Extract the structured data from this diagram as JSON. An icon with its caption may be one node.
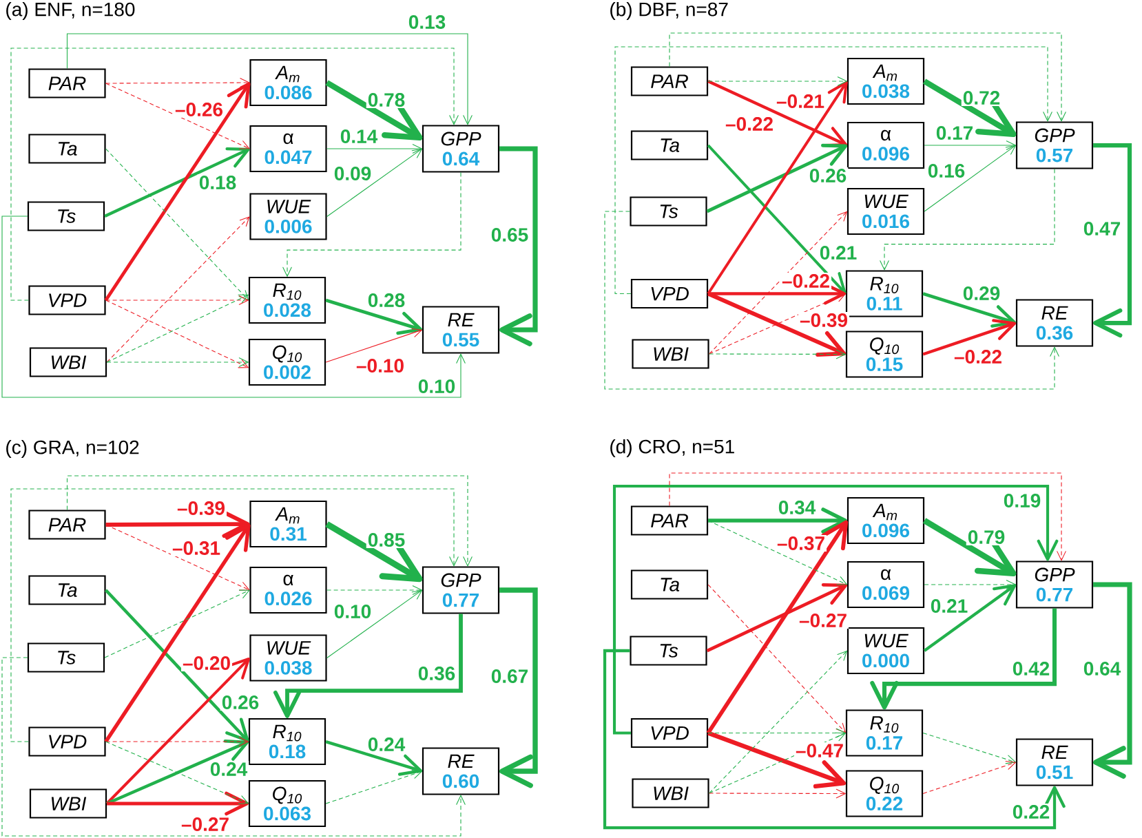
{
  "diagram": {
    "nodes": [
      {
        "text": [
          "PAR"
        ]
      },
      {
        "text": [
          "Ta"
        ]
      },
      {
        "text": [
          "Ts"
        ]
      },
      {
        "text": [
          "VPD"
        ]
      },
      {
        "text": [
          "WBI"
        ]
      },
      {
        "text": [
          "A$_{m}$",
          "0.086"
        ]
      },
      {
        "text": [
          "α",
          "0.047"
        ]
      },
      {
        "text": [
          "WUE",
          "0.006"
        ]
      },
      {
        "text": [
          "R$_{10}$",
          "0.028"
        ]
      },
      {
        "text": [
          "Q$_{10}$",
          "0.002"
        ]
      },
      {
        "text": [
          "GPP",
          "0.64"
        ]
      },
      {
        "text": [
          "RE",
          "0.55"
        ]
      },
      {
        "text": [
          "PAR"
        ]
      },
      {
        "text": [
          "Ta"
        ]
      },
      {
        "text": [
          "Ts"
        ]
      },
      {
        "text": [
          "VPD"
        ]
      },
      {
        "text": [
          "WBI"
        ]
      },
      {
        "text": [
          "A$_{m}$",
          "0.038"
        ]
      },
      {
        "text": [
          "α",
          "0.096"
        ]
      },
      {
        "text": [
          "WUE",
          "0.016"
        ]
      },
      {
        "text": [
          "R$_{10}$",
          "0.11"
        ]
      },
      {
        "text": [
          "Q$_{10}$",
          "0.15"
        ]
      },
      {
        "text": [
          "GPP",
          "0.57"
        ]
      },
      {
        "text": [
          "RE",
          "0.36"
        ]
      },
      {
        "text": [
          "PAR"
        ]
      },
      {
        "text": [
          "Ta"
        ]
      },
      {
        "text": [
          "Ts"
        ]
      },
      {
        "text": [
          "VPD"
        ]
      },
      {
        "text": [
          "WBI"
        ]
      },
      {
        "text": [
          "A$_{m}$",
          "0.31"
        ]
      },
      {
        "text": [
          "α",
          "0.026"
        ]
      },
      {
        "text": [
          "WUE",
          "0.038"
        ]
      },
      {
        "text": [
          "R$_{10}$",
          "0.18"
        ]
      },
      {
        "text": [
          "Q$_{10}$",
          "0.063"
        ]
      },
      {
        "text": [
          "GPP",
          "0.77"
        ]
      },
      {
        "text": [
          "RE",
          "0.60"
        ]
      },
      {
        "text": [
          "PAR"
        ]
      },
      {
        "text": [
          "Ta"
        ]
      },
      {
        "text": [
          "Ts"
        ]
      },
      {
        "text": [
          "VPD"
        ]
      },
      {
        "text": [
          "WBI"
        ]
      },
      {
        "text": [
          "A$_{m}$",
          "0.096"
        ]
      },
      {
        "text": [
          "α",
          "0.069"
        ]
      },
      {
        "text": [
          "WUE",
          "0.000"
        ]
      },
      {
        "text": [
          "R$_{10}$",
          "0.17"
        ]
      },
      {
        "text": [
          "Q$_{10}$",
          "0.22"
        ]
      },
      {
        "text": [
          "GPP",
          "0.77"
        ]
      },
      {
        "text": [
          "RE",
          "0.51"
        ]
      }
    ],
    "edges": [
      {
        "from": 0,
        "to": 5,
        "arrow": "to",
        "style": "dashed",
        "color": "#ed1c24"
      },
      {
        "from": 0,
        "to": 6,
        "arrow": "to",
        "style": "dashed",
        "color": "#ed1c24"
      },
      {
        "from": 1,
        "to": 8,
        "arrow": "to",
        "style": "dashed"
      },
      {
        "from": 2,
        "to": 6,
        "arrow": "to",
        "label": "0.18",
        "style": "thick"
      },
      {
        "from": 3,
        "to": 5,
        "arrow": "to",
        "label": "–0.26",
        "style": "thick",
        "color": "#ed1c24"
      },
      {
        "from": 3,
        "to": 8,
        "arrow": "to",
        "style": "dashed",
        "color": "#ed1c24"
      },
      {
        "from": 3,
        "to": 9,
        "arrow": "to",
        "style": "dashed",
        "color": "#ed1c24"
      },
      {
        "from": 4,
        "to": 7,
        "arrow": "to",
        "style": "dashed",
        "color": "#ed1c24"
      },
      {
        "from": 4,
        "to": 8,
        "arrow": "to",
        "style": "dashed"
      },
      {
        "from": 4,
        "to": 9,
        "arrow": "to",
        "style": "dashed"
      },
      {
        "from": 5,
        "to": 10,
        "arrow": "to",
        "label": "0.78",
        "style": "thick"
      },
      {
        "from": 6,
        "to": 10,
        "arrow": "to",
        "label": "0.14"
      },
      {
        "from": 7,
        "to": 10,
        "arrow": "to",
        "label": "0.09"
      },
      {
        "from": 10,
        "to": 8,
        "arrow": "to",
        "style": "dashed"
      },
      {
        "from": 10,
        "to": 11,
        "arrow": "to",
        "label": "0.65",
        "style": "thick"
      },
      {
        "from": 8,
        "to": 11,
        "arrow": "to",
        "label": "0.28",
        "style": "thick"
      },
      {
        "from": 9,
        "to": 11,
        "arrow": "to",
        "label": "–0.10",
        "color": "#ed1c24"
      },
      {
        "from": 0,
        "to": 10,
        "arrow": "to",
        "label": "0.13"
      },
      {
        "from": 3,
        "to": 10,
        "arrow": "to",
        "style": "dashed"
      },
      {
        "from": 2,
        "to": 11,
        "arrow": "to",
        "label": "0.10"
      },
      {
        "from": 12,
        "to": 17,
        "arrow": "to",
        "style": "dashed"
      },
      {
        "from": 12,
        "to": 18,
        "arrow": "to",
        "label": "–0.22",
        "style": "thick",
        "color": "#ed1c24"
      },
      {
        "from": 13,
        "to": 20,
        "arrow": "to",
        "label": "0.21",
        "style": "thick"
      },
      {
        "from": 14,
        "to": 18,
        "arrow": "to",
        "label": "0.26",
        "style": "thick"
      },
      {
        "from": 15,
        "to": 17,
        "arrow": "to",
        "label": "–0.21",
        "style": "thick",
        "color": "#ed1c24"
      },
      {
        "from": 15,
        "to": 20,
        "arrow": "to",
        "label": "–0.22",
        "style": "thick",
        "color": "#ed1c24"
      },
      {
        "from": 15,
        "to": 21,
        "arrow": "to",
        "label": "–0.39",
        "style": "thick",
        "color": "#ed1c24"
      },
      {
        "from": 16,
        "to": 19,
        "arrow": "to",
        "style": "dashed",
        "color": "#ed1c24"
      },
      {
        "from": 16,
        "to": 20,
        "arrow": "to",
        "style": "dashed",
        "color": "#ed1c24"
      },
      {
        "from": 16,
        "to": 21,
        "arrow": "to",
        "style": "dashed"
      },
      {
        "from": 17,
        "to": 22,
        "arrow": "to",
        "label": "0.72",
        "style": "thick"
      },
      {
        "from": 18,
        "to": 22,
        "arrow": "to",
        "label": "0.17"
      },
      {
        "from": 19,
        "to": 22,
        "arrow": "to",
        "label": "0.16"
      },
      {
        "from": 22,
        "to": 20,
        "arrow": "to",
        "style": "dashed"
      },
      {
        "from": 22,
        "to": 23,
        "arrow": "to",
        "label": "0.47",
        "style": "thick"
      },
      {
        "from": 20,
        "to": 23,
        "arrow": "to",
        "label": "0.29",
        "style": "thick"
      },
      {
        "from": 21,
        "to": 23,
        "arrow": "to",
        "label": "–0.22",
        "style": "thick",
        "color": "#ed1c24"
      },
      {
        "from": 12,
        "to": 22,
        "arrow": "to",
        "style": "dashed"
      },
      {
        "from": 15,
        "to": 22,
        "arrow": "to",
        "style": "dashed"
      },
      {
        "from": 14,
        "to": 23,
        "arrow": "to",
        "style": "dashed"
      },
      {
        "from": 24,
        "to": 29,
        "arrow": "to",
        "label": "–0.39",
        "style": "thick",
        "color": "#ed1c24"
      },
      {
        "from": 24,
        "to": 30,
        "arrow": "to",
        "style": "dashed",
        "color": "#ed1c24"
      },
      {
        "from": 25,
        "to": 32,
        "arrow": "to",
        "label": "0.26",
        "style": "thick"
      },
      {
        "from": 26,
        "to": 30,
        "arrow": "to",
        "style": "dashed"
      },
      {
        "from": 27,
        "to": 29,
        "arrow": "to",
        "label": "–0.31",
        "style": "thick",
        "color": "#ed1c24"
      },
      {
        "from": 27,
        "to": 32,
        "arrow": "to",
        "style": "dashed",
        "color": "#ed1c24"
      },
      {
        "from": 27,
        "to": 33,
        "arrow": "to",
        "style": "dashed"
      },
      {
        "from": 28,
        "to": 31,
        "arrow": "to",
        "label": "–0.20",
        "style": "thick",
        "color": "#ed1c24"
      },
      {
        "from": 28,
        "to": 32,
        "arrow": "to",
        "label": "0.24",
        "style": "thick"
      },
      {
        "from": 28,
        "to": 33,
        "arrow": "to",
        "label": "–0.27",
        "style": "thick",
        "color": "#ed1c24"
      },
      {
        "from": 29,
        "to": 34,
        "arrow": "to",
        "label": "0.85",
        "style": "thick"
      },
      {
        "from": 30,
        "to": 34,
        "arrow": "to",
        "style": "dashed"
      },
      {
        "from": 31,
        "to": 34,
        "arrow": "to",
        "label": "0.10"
      },
      {
        "from": 34,
        "to": 32,
        "arrow": "to",
        "label": "0.36",
        "style": "thick"
      },
      {
        "from": 34,
        "to": 35,
        "arrow": "to",
        "label": "0.67",
        "style": "thick"
      },
      {
        "from": 32,
        "to": 35,
        "arrow": "to",
        "label": "0.24",
        "style": "thick"
      },
      {
        "from": 33,
        "to": 35,
        "arrow": "to",
        "style": "dashed"
      },
      {
        "from": 24,
        "to": 34,
        "arrow": "to",
        "style": "dashed"
      },
      {
        "from": 27,
        "to": 34,
        "arrow": "to",
        "style": "dashed"
      },
      {
        "from": 26,
        "to": 35,
        "arrow": "to",
        "style": "dashed"
      },
      {
        "from": 36,
        "to": 41,
        "arrow": "to",
        "label": "0.34",
        "style": "thick"
      },
      {
        "from": 36,
        "to": 42,
        "arrow": "to",
        "style": "dashed"
      },
      {
        "from": 37,
        "to": 44,
        "arrow": "to",
        "style": "dashed",
        "color": "#ed1c24"
      },
      {
        "from": 38,
        "to": 42,
        "arrow": "to",
        "label": "–0.27",
        "style": "thick",
        "color": "#ed1c24"
      },
      {
        "from": 39,
        "to": 41,
        "arrow": "to",
        "label": "–0.37",
        "style": "thick",
        "color": "#ed1c24"
      },
      {
        "from": 39,
        "to": 44,
        "arrow": "to",
        "style": "dashed"
      },
      {
        "from": 39,
        "to": 45,
        "arrow": "to",
        "label": "–0.47",
        "style": "thick",
        "color": "#ed1c24"
      },
      {
        "from": 40,
        "to": 43,
        "arrow": "to",
        "style": "dashed"
      },
      {
        "from": 40,
        "to": 44,
        "arrow": "to",
        "style": "dashed"
      },
      {
        "from": 40,
        "to": 45,
        "arrow": "to",
        "style": "dashed",
        "color": "#ed1c24"
      },
      {
        "from": 41,
        "to": 46,
        "arrow": "to",
        "label": "0.79",
        "style": "thick"
      },
      {
        "from": 42,
        "to": 46,
        "arrow": "to",
        "style": "dashed"
      },
      {
        "from": 43,
        "to": 46,
        "arrow": "to",
        "label": "0.21",
        "style": "thick"
      },
      {
        "from": 46,
        "to": 44,
        "arrow": "to",
        "label": "0.42",
        "style": "thick"
      },
      {
        "from": 46,
        "to": 47,
        "arrow": "to",
        "label": "0.64",
        "style": "thick"
      },
      {
        "from": 44,
        "to": 47,
        "arrow": "to",
        "style": "dashed"
      },
      {
        "from": 45,
        "to": 47,
        "arrow": "to",
        "style": "dashed",
        "color": "#ed1c24"
      },
      {
        "from": 36,
        "to": 46,
        "arrow": "to",
        "style": "dashed",
        "color": "#ed1c24"
      },
      {
        "from": 39,
        "to": 46,
        "arrow": "to",
        "label": "0.19",
        "style": "thick"
      },
      {
        "from": 38,
        "to": 47,
        "arrow": "to",
        "label": "0.22",
        "style": "thick"
      }
    ],
    "labels": [
      "(a) ENF, n=180",
      "(b) DBF, n=87",
      "(c) GRA, n=102",
      "(d) CRO, n=51"
    ]
  }
}
